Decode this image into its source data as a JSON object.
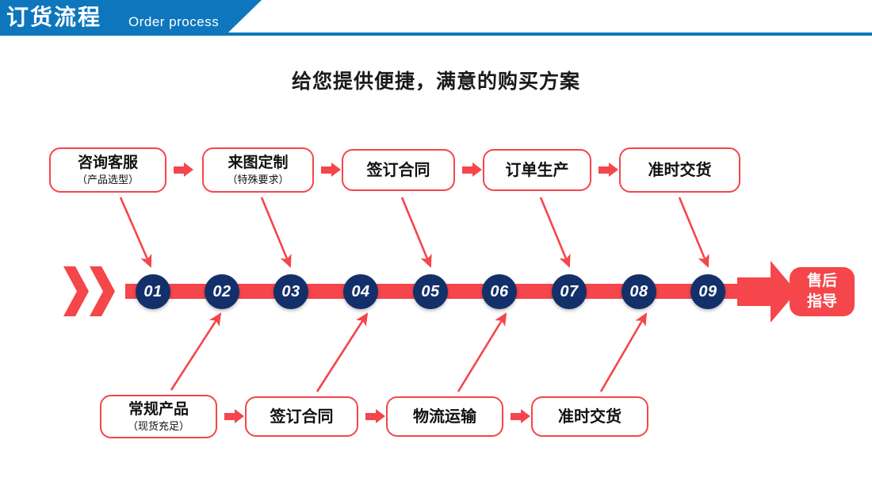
{
  "header": {
    "title_cn": "订货流程",
    "title_en": "Order process",
    "bar_color": "#0d76bc"
  },
  "subtitle": "给您提供便捷，满意的购买方案",
  "colors": {
    "red": "#f4464b",
    "navy": "#13306b",
    "blue": "#0d76bc",
    "white": "#ffffff"
  },
  "top_flow": [
    {
      "line1": "咨询客服",
      "line2": "（产品选型）"
    },
    {
      "line1": "来图定制",
      "line2": "（特殊要求）"
    },
    {
      "line1": "签订合同",
      "line2": ""
    },
    {
      "line1": "订单生产",
      "line2": ""
    },
    {
      "line1": "准时交货",
      "line2": ""
    }
  ],
  "bottom_flow": [
    {
      "line1": "常规产品",
      "line2": "（现货充足）"
    },
    {
      "line1": "签订合同",
      "line2": ""
    },
    {
      "line1": "物流运输",
      "line2": ""
    },
    {
      "line1": "准时交货",
      "line2": ""
    }
  ],
  "timeline": {
    "nodes": [
      "01",
      "02",
      "03",
      "04",
      "05",
      "06",
      "07",
      "08",
      "09"
    ],
    "end_badge_line1": "售后",
    "end_badge_line2": "指导"
  }
}
